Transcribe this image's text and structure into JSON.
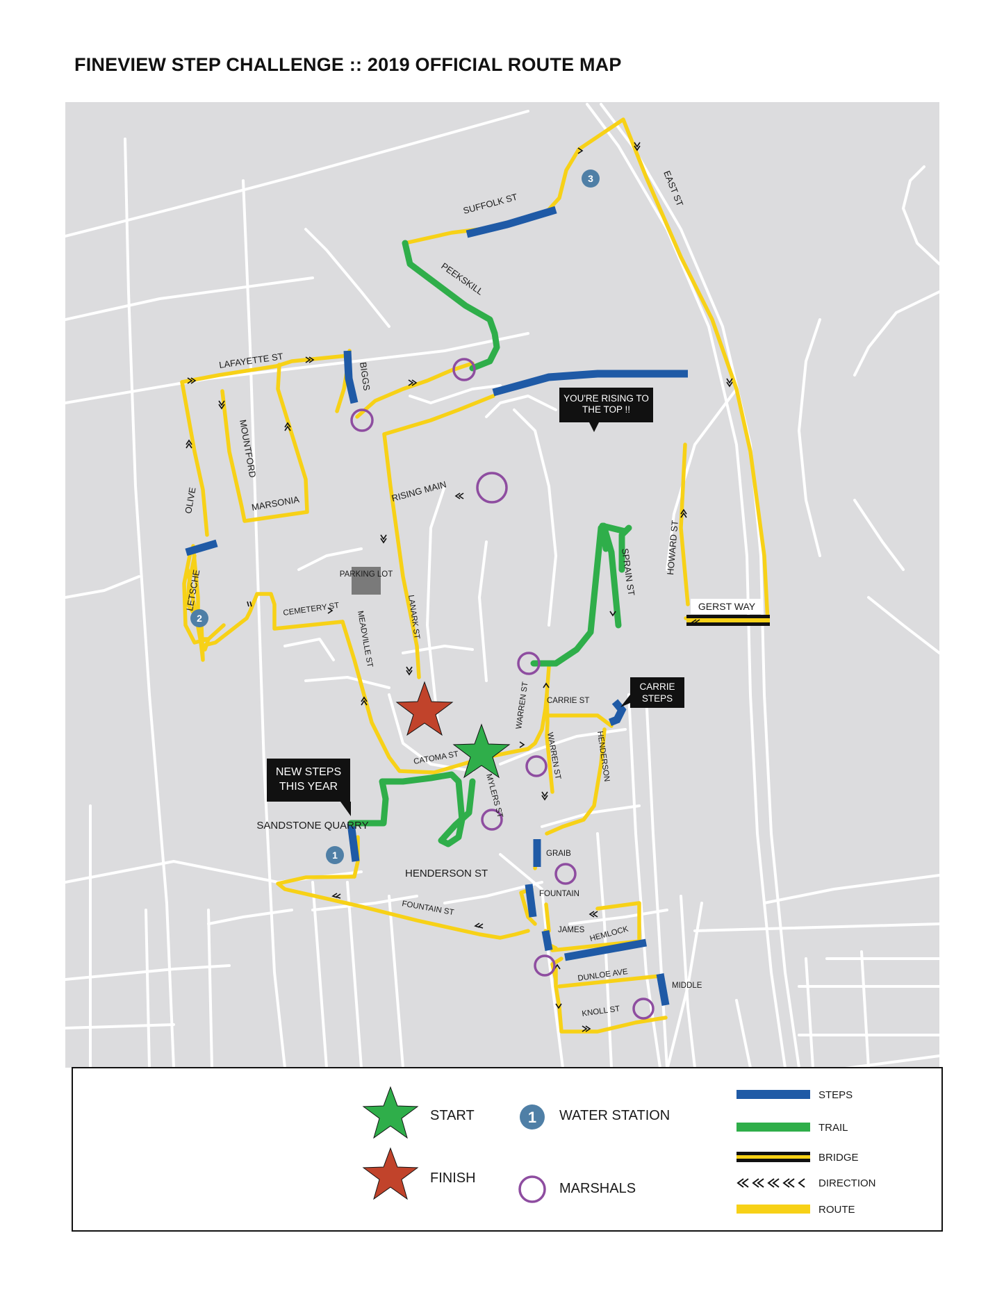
{
  "title": "FINEVIEW STEP CHALLENGE :: 2019 OFFICIAL ROUTE MAP",
  "colors": {
    "land": "#dcdcde",
    "street": "#ffffff",
    "route": "#f7d117",
    "steps": "#1f5aa6",
    "trail": "#2fae4a",
    "marshal": "#8e4da0",
    "water_station": "#4f7fa6",
    "start": "#2fae4a",
    "finish": "#c1432b"
  },
  "streets": {
    "suffolk": "SUFFOLK ST",
    "east": "EAST ST",
    "peekskill": "PEEKSKILL",
    "lafayette": "LAFAYETTE ST",
    "biggs": "BIGGS",
    "mountford": "MOUNTFORD",
    "olive": "OLIVE",
    "marsonia": "MARSONIA",
    "rising_main": "RISING MAIN",
    "howard": "HOWARD ST",
    "sprain": "SPRAIN ST",
    "gerst": "GERST WAY",
    "parking_lot": "PARKING LOT",
    "letsche": "LETSCHE",
    "cemetery": "CEMETERY ST",
    "meadville": "MEADVILLE ST",
    "lanark": "LANARK ST",
    "warren_1": "WARREN ST",
    "warren_2": "WARREN ST",
    "carrie": "CARRIE ST",
    "henderson_v": "HENDERSON",
    "catoma": "CATOMA ST",
    "mylers": "MYLERS ST",
    "sandstone": "SANDSTONE QUARRY",
    "henderson_st": "HENDERSON ST",
    "graib": "GRAIB",
    "fountain": "FOUNTAIN",
    "fountain_st": "FOUNTAIN ST",
    "james": "JAMES",
    "hemlock": "HEMLOCK",
    "dunloe": "DUNLOE AVE",
    "middle": "MIDDLE",
    "knoll": "KNOLL ST"
  },
  "callouts": {
    "rising": "YOU'RE RISING TO THE TOP !!",
    "carrie_steps": "CARRIE STEPS",
    "new_steps": "NEW STEPS THIS YEAR"
  },
  "water_stations": [
    "1",
    "2",
    "3"
  ],
  "legend": {
    "start": "START",
    "finish": "FINISH",
    "water_station_num": "1",
    "water_station": "WATER STATION",
    "marshals": "MARSHALS",
    "steps": "STEPS",
    "trail": "TRAIL",
    "bridge": "BRIDGE",
    "direction": "DIRECTION",
    "route": "ROUTE"
  }
}
